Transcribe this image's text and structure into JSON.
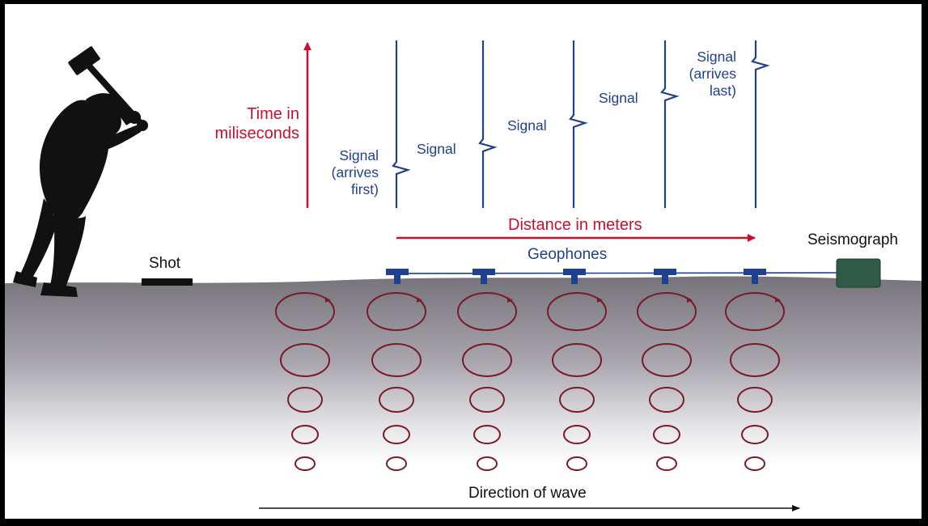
{
  "axis": {
    "time_label_line1": "Time in",
    "time_label_line2": "miliseconds",
    "distance_label": "Distance in meters"
  },
  "labels": {
    "shot": "Shot",
    "geophones": "Geophones",
    "seismograph": "Seismograph",
    "direction": "Direction of wave"
  },
  "signals": [
    {
      "lines": [
        "Signal",
        "(arrives",
        "first)"
      ]
    },
    {
      "lines": [
        "Signal"
      ]
    },
    {
      "lines": [
        "Signal"
      ]
    },
    {
      "lines": [
        "Signal"
      ]
    },
    {
      "lines": [
        "Signal",
        "(arrives",
        "last)"
      ]
    }
  ],
  "colors": {
    "time_axis": "#c8102e",
    "signal_blue": "#1f3f8f",
    "ground_top": "#77737b",
    "wave_circle": "#7a1a2a",
    "seismograph_box": "#2f5a48"
  }
}
